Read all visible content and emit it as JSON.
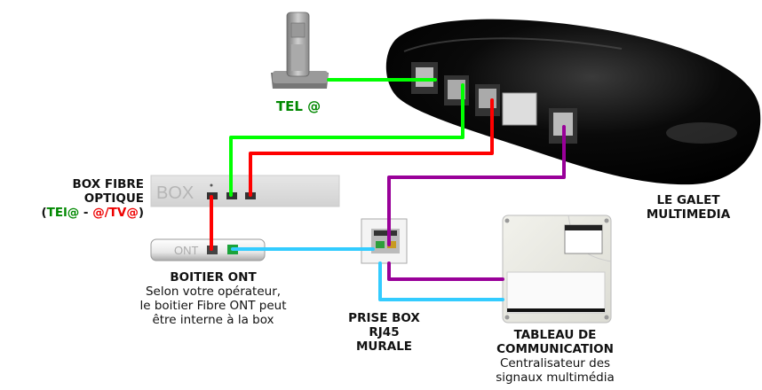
{
  "colors": {
    "tel": "#00ff00",
    "internet": "#ff0000",
    "fiber": "#33ccff",
    "tv": "#990099",
    "label_green": "#008800",
    "label_red": "#ee0000"
  },
  "devices": {
    "phone": {
      "label": "TEL @",
      "icon": "phone-icon"
    },
    "box": {
      "title_line1": "BOX FIBRE",
      "title_line2": "OPTIQUE",
      "services_open": "(",
      "services_tel": "TEl@",
      "services_sep": " - ",
      "services_internet": "@/TV@",
      "services_close": ")",
      "device_text": "BOX",
      "icon": "box-fibre-icon"
    },
    "ont": {
      "title": "BOITIER ONT",
      "desc_line1": "Selon votre opérateur,",
      "desc_line2": "le boitier Fibre ONT peut",
      "desc_line3": "être interne à la box",
      "device_text": "ONT",
      "icon": "ont-icon"
    },
    "galet": {
      "title_line1": "LE GALET",
      "title_line2": "MULTIMEDIA",
      "icon": "galet-icon"
    },
    "prise": {
      "title_line1": "PRISE BOX",
      "title_line2": "RJ45",
      "title_line3": "MURALE",
      "icon": "wall-socket-icon"
    },
    "tableau": {
      "title_line1": "TABLEAU DE",
      "title_line2": "COMMUNICATION",
      "desc_line1": "Centralisateur des",
      "desc_line2": "signaux multimédia",
      "icon": "panel-icon"
    }
  }
}
